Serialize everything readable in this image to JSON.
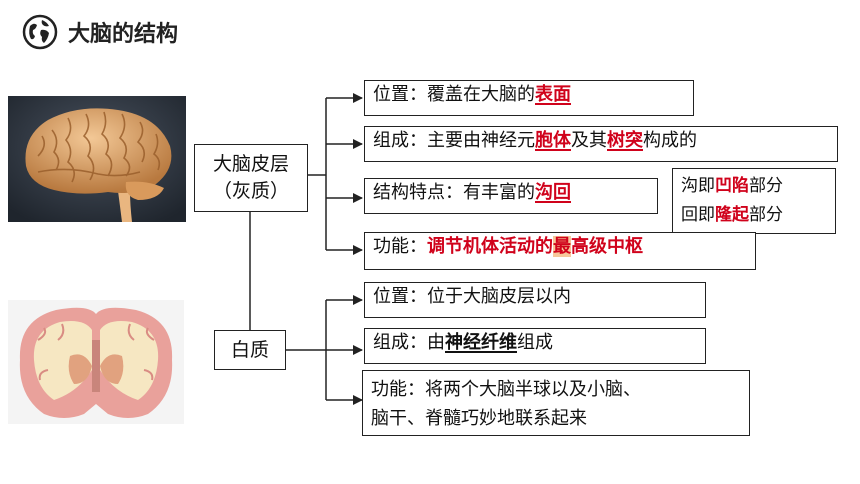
{
  "title": "大脑的结构",
  "cortex": {
    "line1": "大脑皮层",
    "line2": "（灰质）"
  },
  "white": {
    "label": "白质"
  },
  "c_position": {
    "prefix": "位置：覆盖在大脑的",
    "hl": "表面"
  },
  "c_compose": {
    "p1": "组成：主要由神经元",
    "hl1": "胞体",
    "p2": "及其",
    "hl2": "树突",
    "p3": "构成的"
  },
  "c_feature": {
    "prefix": "结构特点：有丰富的",
    "hl": "沟回"
  },
  "c_note": {
    "l1a": "沟即",
    "l1b": "凹陷",
    "l1c": "部分",
    "l2a": "回即",
    "l2b": "隆起",
    "l2c": "部分"
  },
  "c_function": {
    "prefix": "功能：",
    "hl1": "调节机体活动的",
    "hl2": "最",
    "hl3": "高级中枢"
  },
  "w_position": {
    "text": "位置：位于大脑皮层以内"
  },
  "w_compose": {
    "prefix": "组成：由",
    "hl": "神经纤维",
    "suffix": "组成"
  },
  "w_function": {
    "line1": "功能：将两个大脑半球以及小脑、",
    "line2": "脑干、脊髓巧妙地联系起来"
  },
  "colors": {
    "highlight": "#d0021b",
    "border": "#222222"
  },
  "icons": [
    "globe-icon",
    "brain-side-image",
    "brain-section-image"
  ]
}
